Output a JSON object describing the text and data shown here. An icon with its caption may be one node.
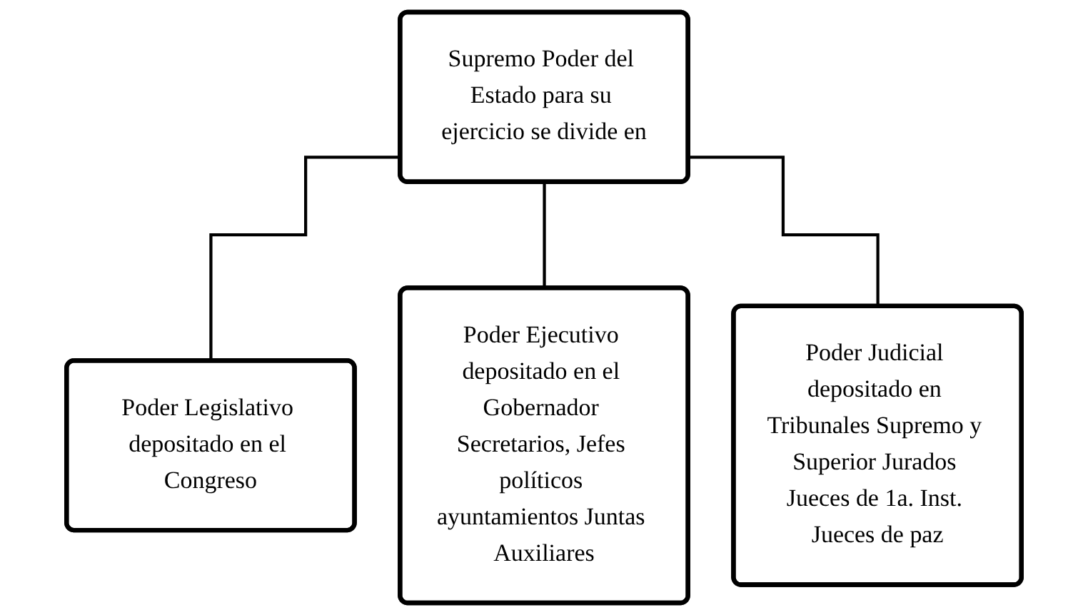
{
  "diagram": {
    "nodes": [
      {
        "text": [
          "Supremo Poder del Estado para su ejercicio se divide en"
        ]
      },
      {
        "text": [
          "Poder Legislativo depositado en el Congreso"
        ]
      },
      {
        "text": [
          "Poder Ejecutivo depositado en el Gobernador Secretarios, Jefes políticos ayuntamientos Juntas Auxiliares"
        ]
      },
      {
        "text": [
          "Poder Judicial depositado en Tribunales Supremo y Superior Jurados Jueces de 1a. Inst. Jueces de paz"
        ]
      }
    ],
    "edges": [
      {
        "from": 0,
        "to": 1,
        "arrow": "none"
      },
      {
        "from": 0,
        "to": 2,
        "arrow": "none"
      },
      {
        "from": 0,
        "to": 3,
        "arrow": "none"
      }
    ]
  }
}
